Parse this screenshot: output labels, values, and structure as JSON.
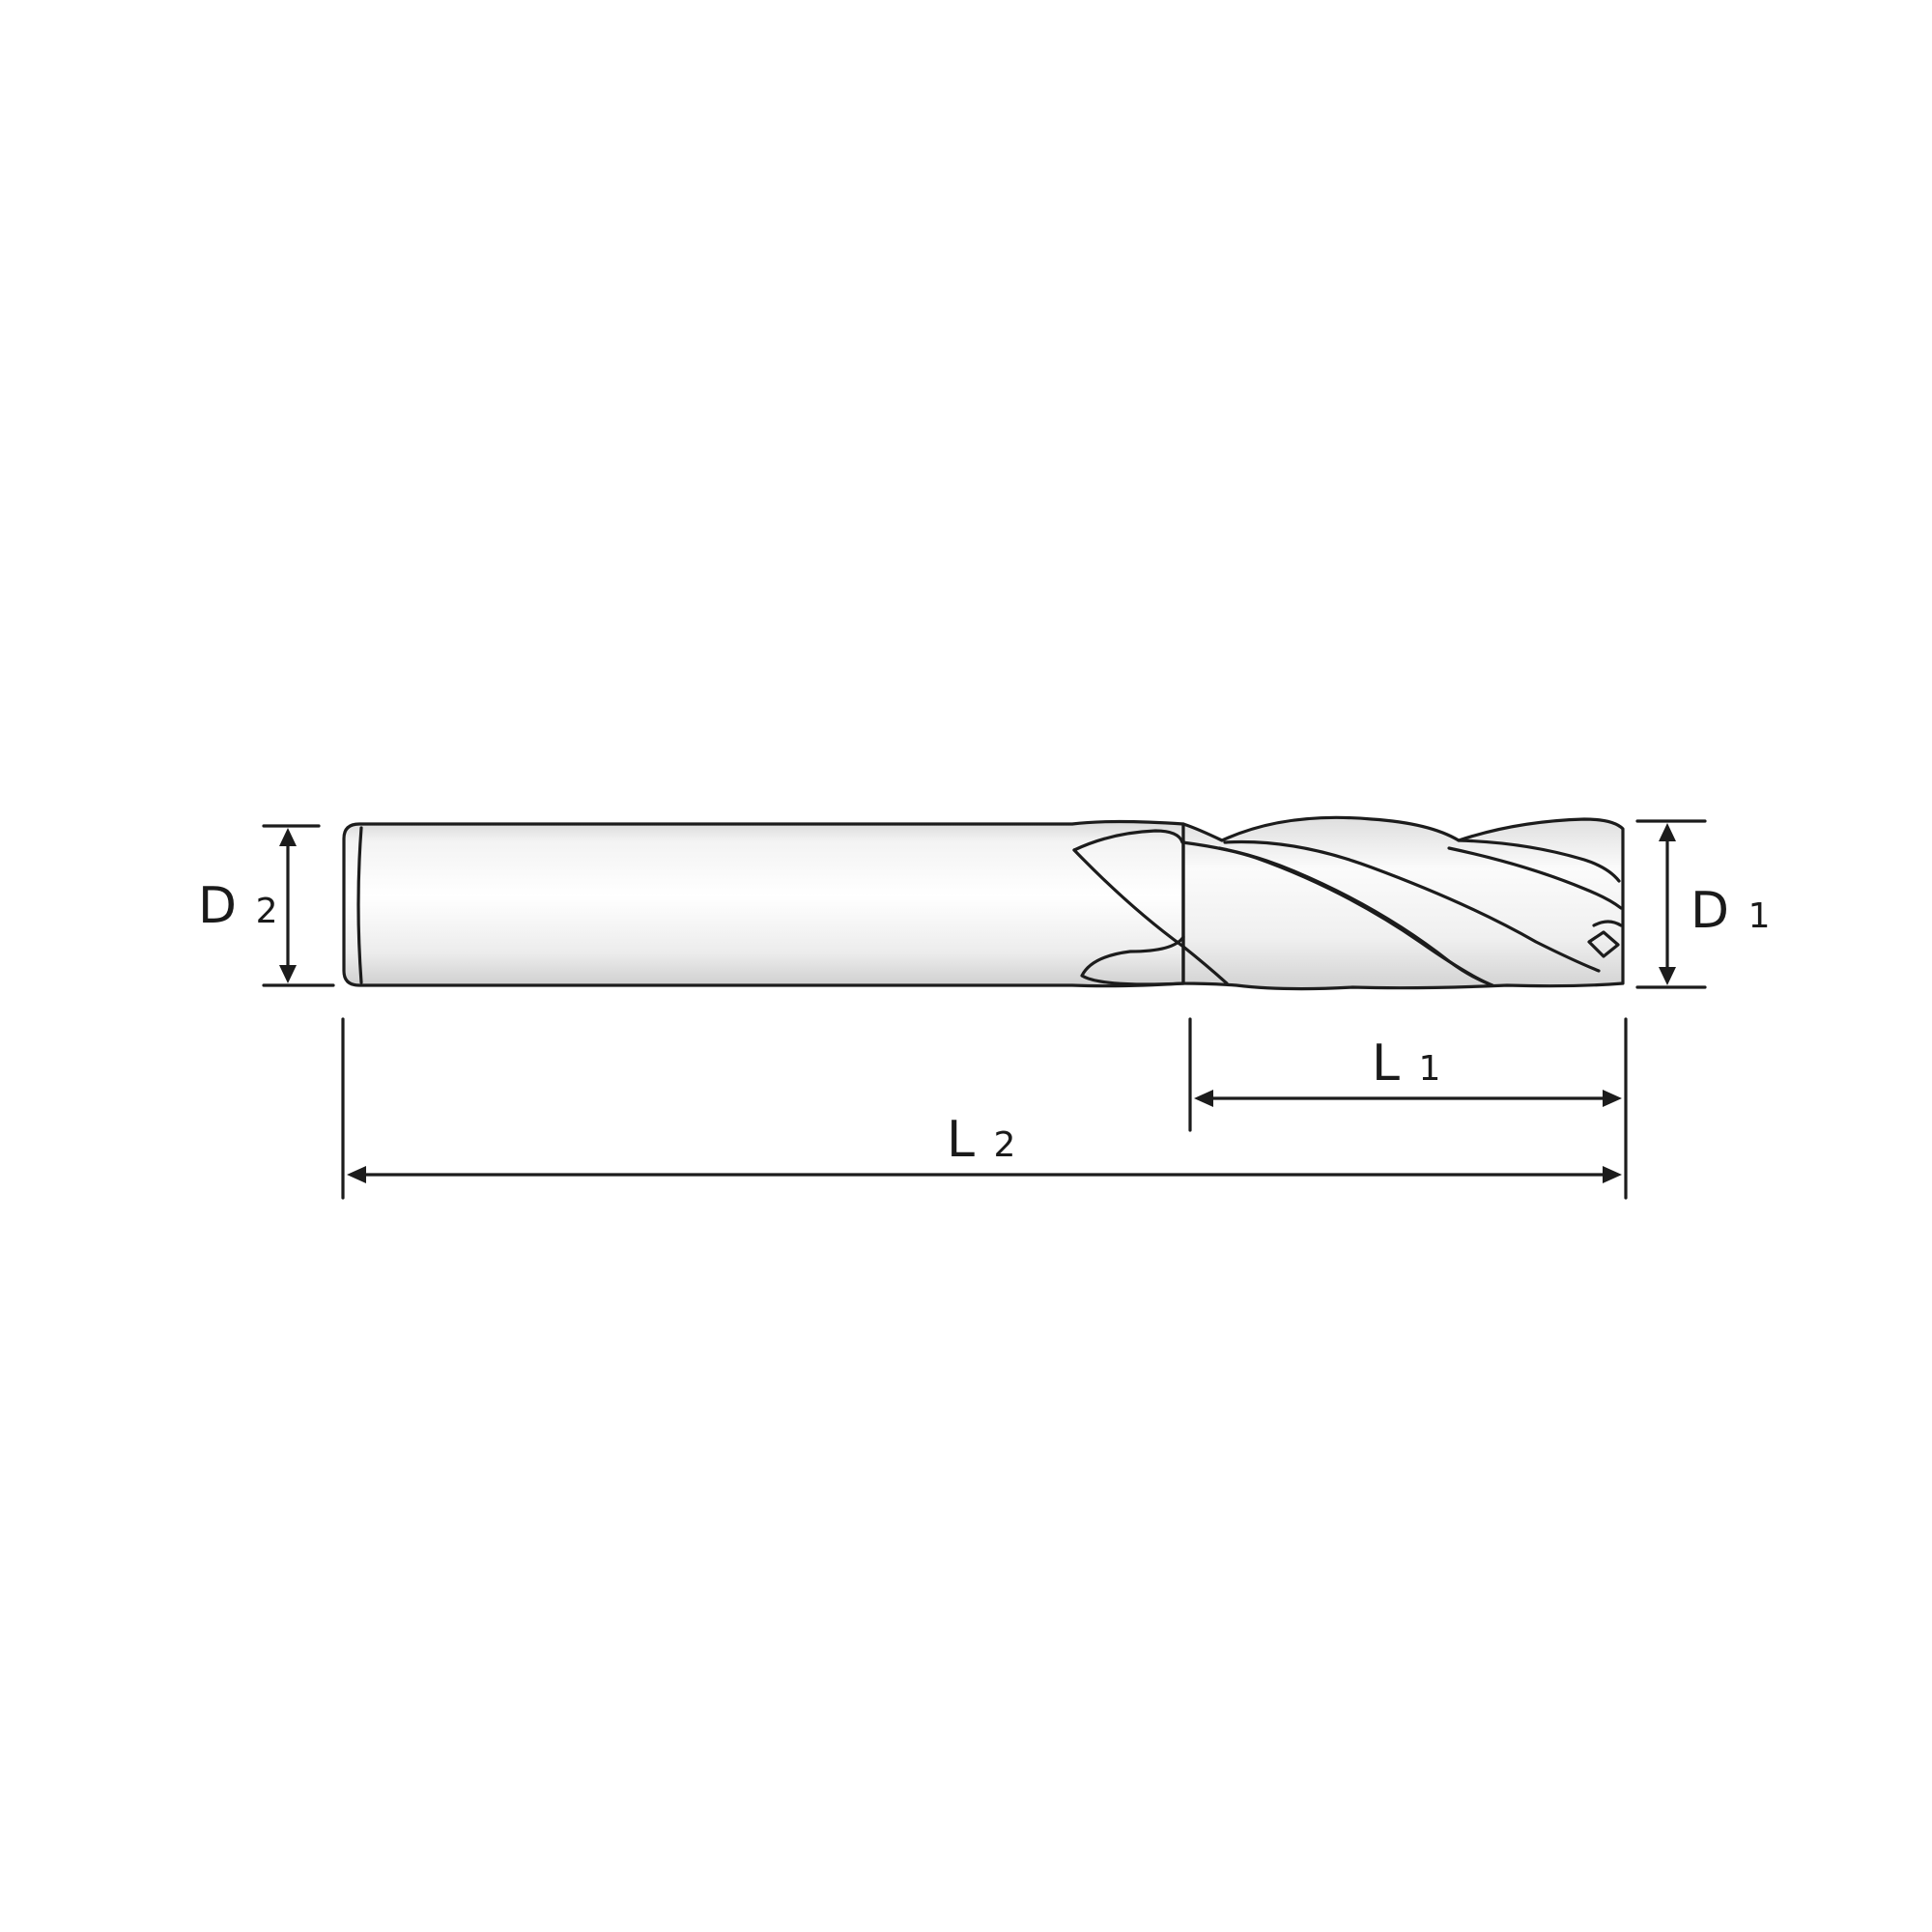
{
  "diagram": {
    "labels": {
      "d2": {
        "main": "D",
        "sub": "2"
      },
      "d1": {
        "main": "D",
        "sub": "1"
      },
      "l1": {
        "main": "L",
        "sub": "1"
      },
      "l2": {
        "main": "L",
        "sub": "2"
      }
    },
    "colors": {
      "stroke": "#1c1c1c",
      "body_light": "#f7f7f7",
      "body_shade": "#d8d8d8",
      "background": "#ffffff"
    }
  }
}
